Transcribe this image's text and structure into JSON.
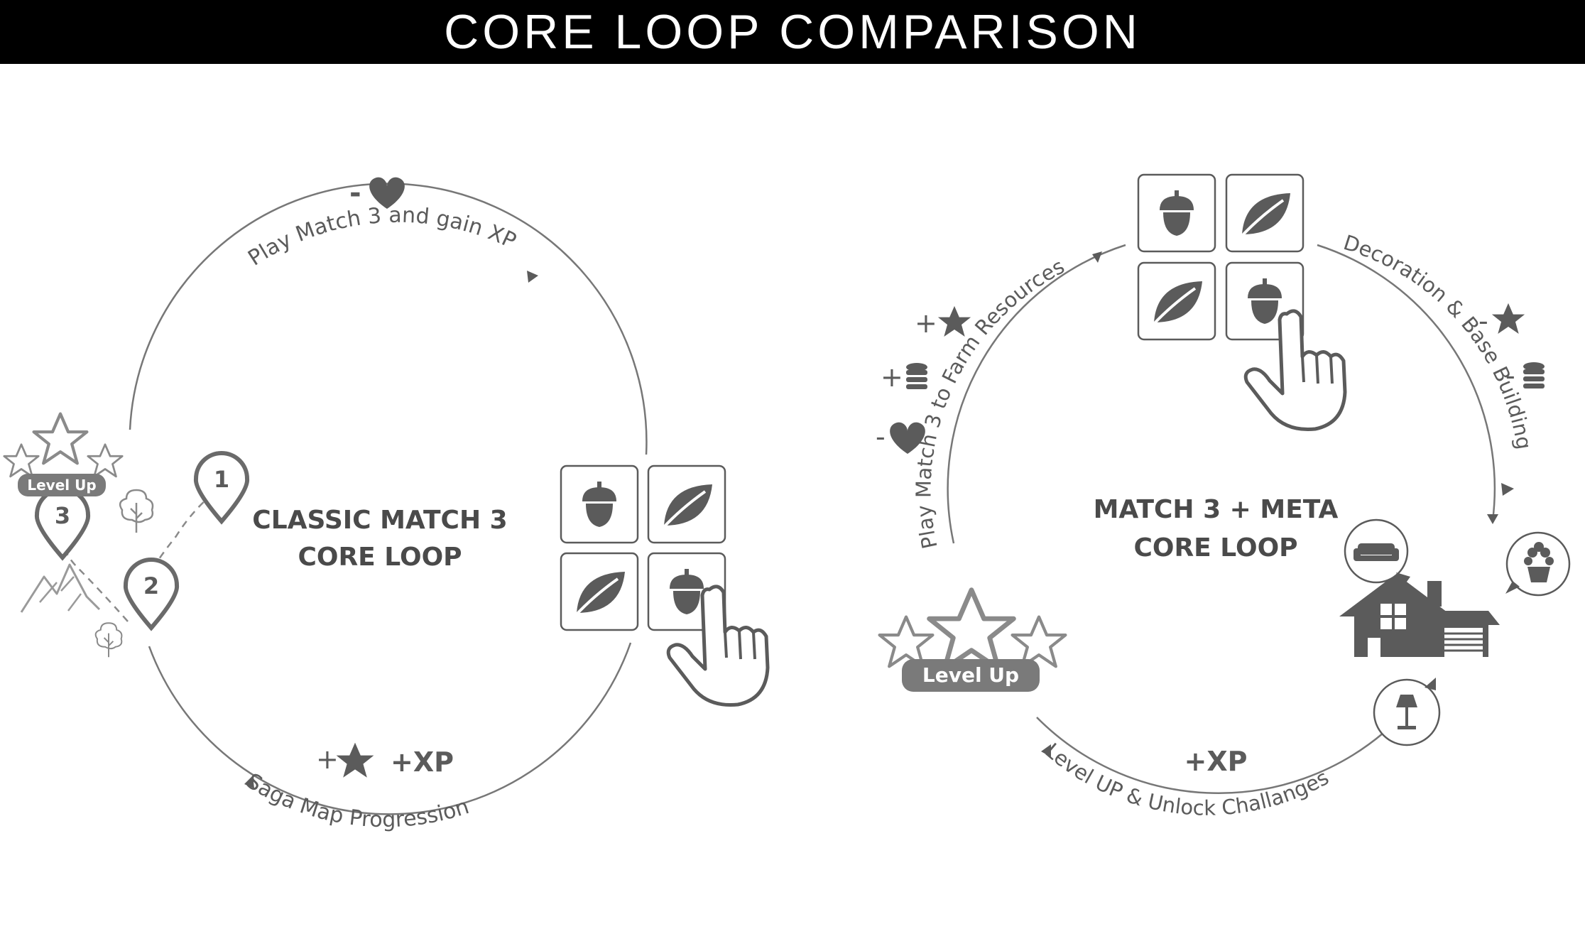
{
  "title": "CORE LOOP COMPARISON",
  "colors": {
    "dark": "#5b5b5b",
    "light": "#9a9a9a",
    "line": "#777777",
    "bar": "#000000"
  },
  "classic": {
    "title_line1": "CLASSIC MATCH 3",
    "title_line2": "CORE LOOP",
    "top_arc_label": "Play Match 3 and  gain XP",
    "top_cost": "-",
    "bottom_arc_label": "Saga Map Progression",
    "bottom_reward_plus": "+",
    "bottom_reward_xp": "+XP",
    "level_up": "Level Up",
    "map_pins": [
      "1",
      "2",
      "3"
    ],
    "icons": [
      "heart-icon",
      "star-icon",
      "acorn-icon",
      "leaf-icon",
      "hand-pointer-icon",
      "map-pin-icon",
      "mountain-icon",
      "tree-icon"
    ]
  },
  "meta": {
    "title_line1": "MATCH 3 + META",
    "title_line2": "CORE LOOP",
    "left_arc_label": "Play Match  3  to Farm Resources",
    "right_arc_label": "Decoration & Base Building",
    "bottom_arc_label": "Level UP & Unlock Challanges",
    "reward_xp": "+XP",
    "level_up": "Level Up",
    "gains": [
      "+",
      "+",
      "-"
    ],
    "costs": [
      "-",
      "-"
    ],
    "icons": [
      "star-icon",
      "coins-icon",
      "heart-icon",
      "sofa-icon",
      "flower-pot-icon",
      "house-icon",
      "lamp-icon",
      "acorn-icon",
      "leaf-icon",
      "hand-pointer-icon"
    ]
  }
}
